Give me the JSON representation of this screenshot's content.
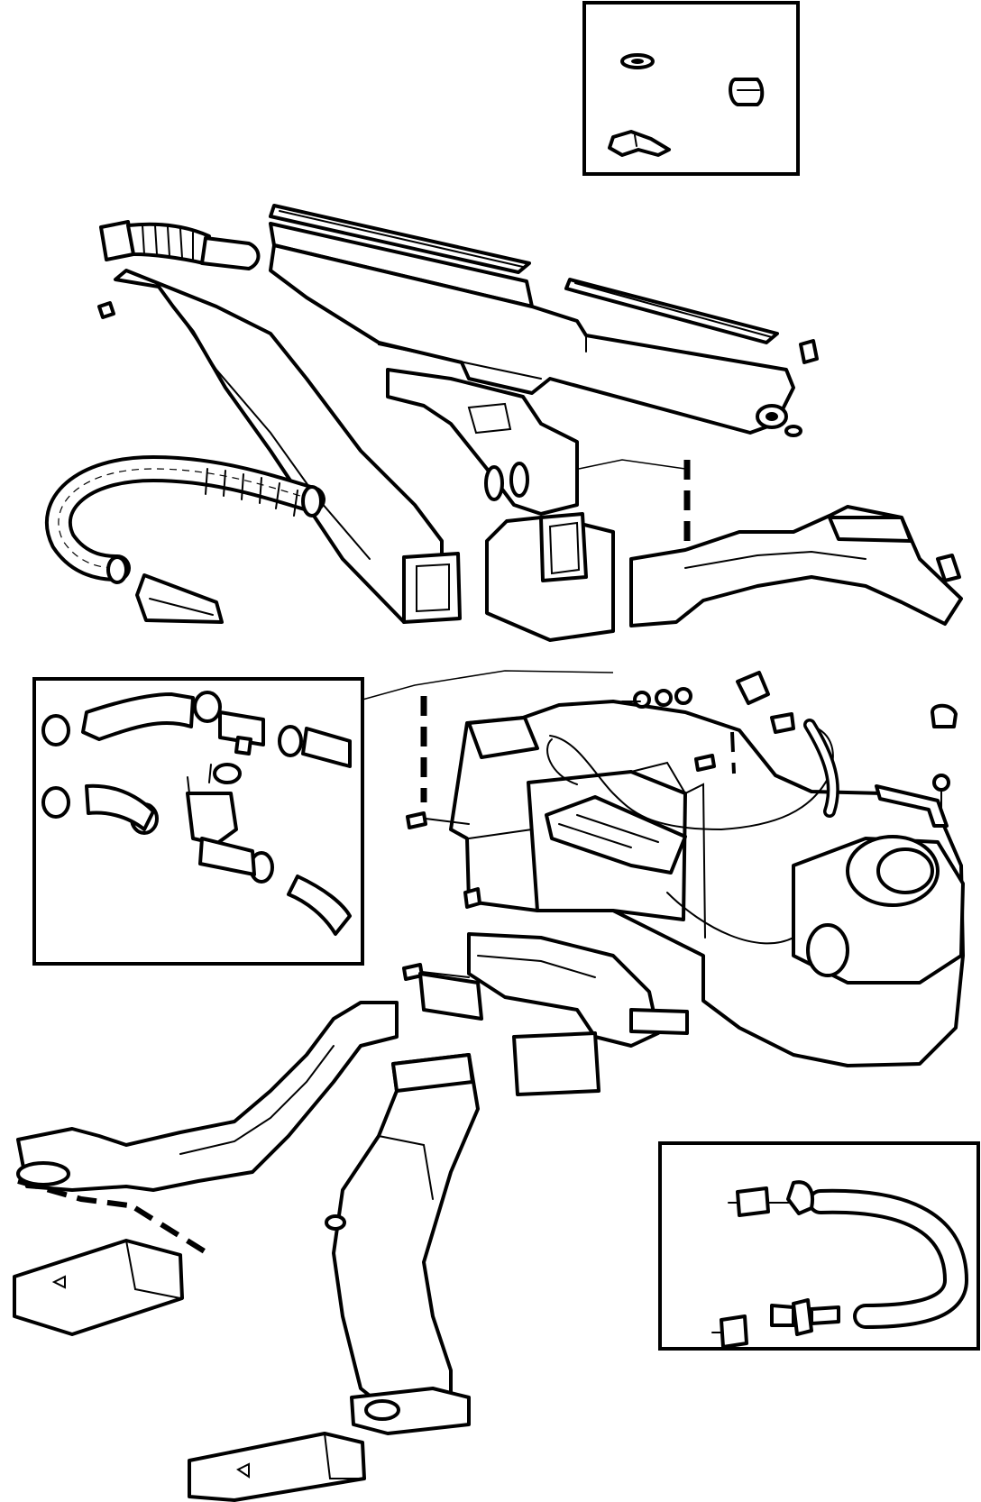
{
  "figure": {
    "type": "exploded-parts-diagram",
    "subject": "heater-and-ventilation-ducts",
    "background_color": "#ffffff",
    "ink_color": "#000000",
    "detail_insets": [
      {
        "id": "inset-clips"
      },
      {
        "id": "inset-heater-hoses-valve"
      },
      {
        "id": "inset-vacuum-hose"
      }
    ]
  }
}
